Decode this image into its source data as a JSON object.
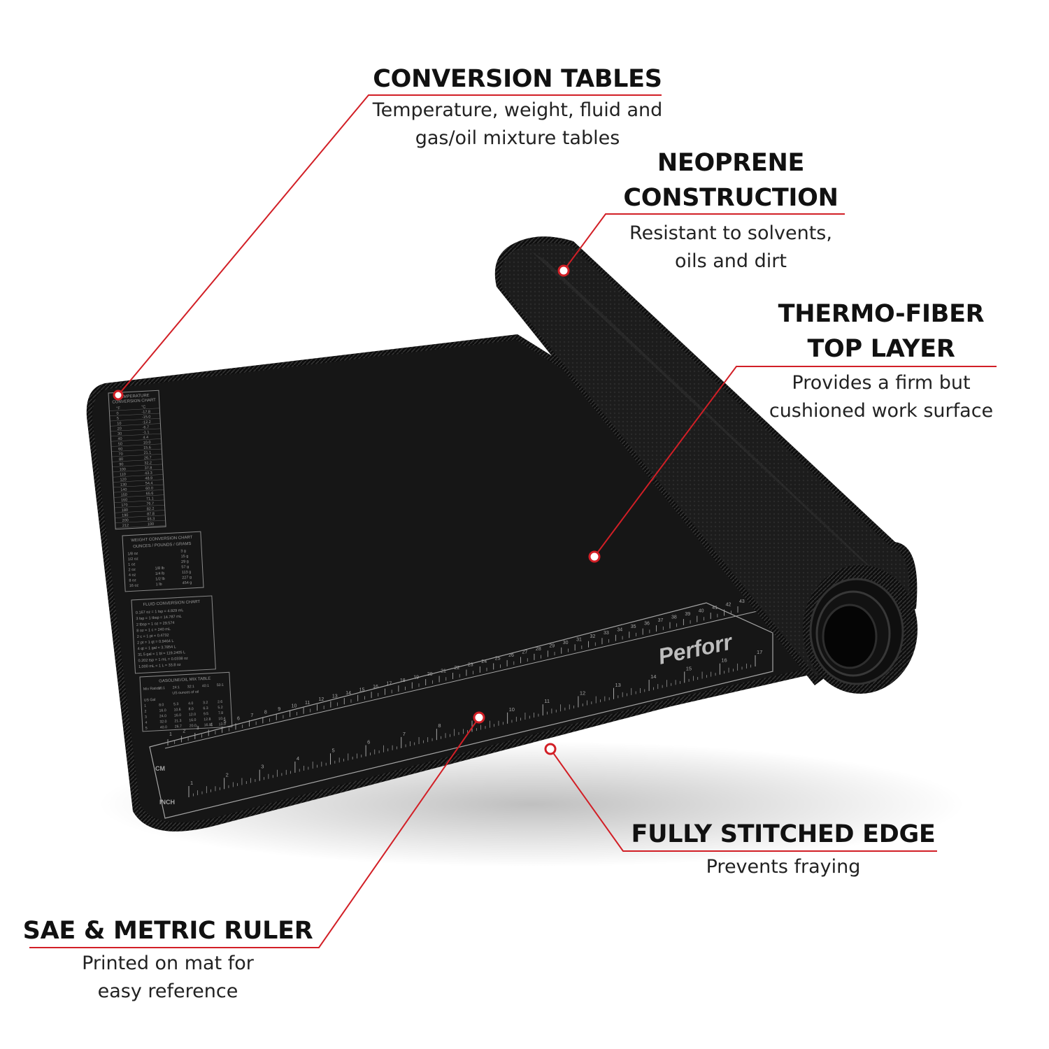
{
  "callouts": {
    "conversion_tables": {
      "title": "CONVERSION TABLES",
      "desc_line1": "Temperature, weight, fluid and",
      "desc_line2": "gas/oil mixture tables"
    },
    "neoprene": {
      "title_line1": "NEOPRENE",
      "title_line2": "CONSTRUCTION",
      "desc_line1": "Resistant to solvents,",
      "desc_line2": "oils and dirt"
    },
    "thermo_fiber": {
      "title_line1": "THERMO-FIBER",
      "title_line2": "TOP LAYER",
      "desc_line1": "Provides a firm but",
      "desc_line2": "cushioned work surface"
    },
    "stitched_edge": {
      "title": "FULLY STITCHED EDGE",
      "desc": "Prevents fraying"
    },
    "ruler": {
      "title": "SAE & METRIC RULER",
      "desc_line1": "Printed on mat for",
      "desc_line2": "easy reference"
    }
  },
  "mat": {
    "tables": {
      "temperature": {
        "title_line1": "TEMPERATURE",
        "title_line2": "CONVERSION CHART",
        "rows": [
          [
            "°F",
            "°C"
          ],
          [
            "0",
            "-17.8"
          ],
          [
            "5",
            "-15.0"
          ],
          [
            "10",
            "-12.2"
          ],
          [
            "20",
            "-6.7"
          ],
          [
            "30",
            "-1.1"
          ],
          [
            "40",
            "4.4"
          ],
          [
            "50",
            "10.0"
          ],
          [
            "60",
            "15.6"
          ],
          [
            "70",
            "21.1"
          ],
          [
            "80",
            "26.7"
          ],
          [
            "90",
            "32.2"
          ],
          [
            "100",
            "37.8"
          ],
          [
            "110",
            "43.3"
          ],
          [
            "120",
            "48.9"
          ],
          [
            "130",
            "54.4"
          ],
          [
            "140",
            "60.0"
          ],
          [
            "150",
            "65.6"
          ],
          [
            "160",
            "71.1"
          ],
          [
            "170",
            "76.7"
          ],
          [
            "180",
            "82.2"
          ],
          [
            "190",
            "87.8"
          ],
          [
            "200",
            "93.3"
          ],
          [
            "212",
            "100"
          ]
        ]
      },
      "weight": {
        "title": "WEIGHT CONVERSION CHART",
        "header": "OUNCES / POUNDS / GRAMS",
        "rows": [
          [
            "1/8 oz",
            "",
            "3 g"
          ],
          [
            "1/2 oz",
            "",
            "15 g"
          ],
          [
            "1 oz",
            "",
            "29 g"
          ],
          [
            "2 oz",
            "1/8 lb",
            "57 g"
          ],
          [
            "4 oz",
            "1/4 lb",
            "113 g"
          ],
          [
            "8 oz",
            "1/2 lb",
            "227 g"
          ],
          [
            "16 oz",
            "1 lb",
            "454 g"
          ]
        ]
      },
      "fluid": {
        "title": "FLUID CONVERSION CHART",
        "rows": [
          "0.167 oz = 1 tsp = 4.929 mL",
          "3 tsp = 1 tbsp = 14.787 mL",
          "2 tbsp = 1 oz = 29.574",
          "8 oz = 1 c = 240 mL",
          "2 c = 1 pt = 0.4732",
          "2 pt = 1 qt = 0.9464 L",
          "4 qt = 1 gal = 3.7854 L",
          "31.5 gal = 1 bl = 119.2405 L",
          "0.202 tsp = 1 mL = 0.0338 oz",
          "1,000 mL = 1 L = 33.8 oz"
        ]
      },
      "gas_oil": {
        "title": "GASOLINE/OIL MIX TABLE",
        "header": [
          "Mix Ratios",
          "16:1",
          "24:1",
          "32:1",
          "40:1",
          "50:1"
        ],
        "subheader": "US ounces of oil",
        "rows": [
          [
            "US Gal",
            "",
            "",
            "",
            "",
            ""
          ],
          [
            "1",
            "8.0",
            "5.3",
            "4.0",
            "3.2",
            "2.6"
          ],
          [
            "2",
            "16.0",
            "10.6",
            "8.0",
            "6.3",
            "5.2"
          ],
          [
            "3",
            "24.0",
            "16.0",
            "12.0",
            "9.5",
            "7.8"
          ],
          [
            "4",
            "32.0",
            "21.3",
            "16.0",
            "12.8",
            "10.4"
          ],
          [
            "5",
            "40.0",
            "26.7",
            "20.0",
            "16.0",
            "13.0"
          ]
        ]
      }
    },
    "ruler": {
      "cm_label": "CM",
      "inch_label": "INCH",
      "inch_numbers": [
        "1",
        "2",
        "3",
        "4",
        "5",
        "6",
        "7",
        "8",
        "9",
        "10",
        "11",
        "12",
        "13",
        "14",
        "15",
        "16",
        "17"
      ],
      "cm_numbers": [
        "1",
        "2",
        "3",
        "4",
        "5",
        "6",
        "7",
        "8",
        "9",
        "10",
        "11",
        "12",
        "13",
        "14",
        "15",
        "16",
        "17",
        "18",
        "19",
        "20",
        "21",
        "22",
        "23",
        "24",
        "25",
        "26",
        "27",
        "28",
        "29",
        "30",
        "31",
        "32",
        "33",
        "34",
        "35",
        "36",
        "37",
        "38",
        "39",
        "40",
        "41",
        "42",
        "43"
      ]
    },
    "brand_text": "Perforr"
  },
  "colors": {
    "accent_red": "#d21f26",
    "mat_black": "#161616",
    "print_gray": "#9a9a9a"
  },
  "icons": {
    "callout_markers": "circle-marker"
  }
}
